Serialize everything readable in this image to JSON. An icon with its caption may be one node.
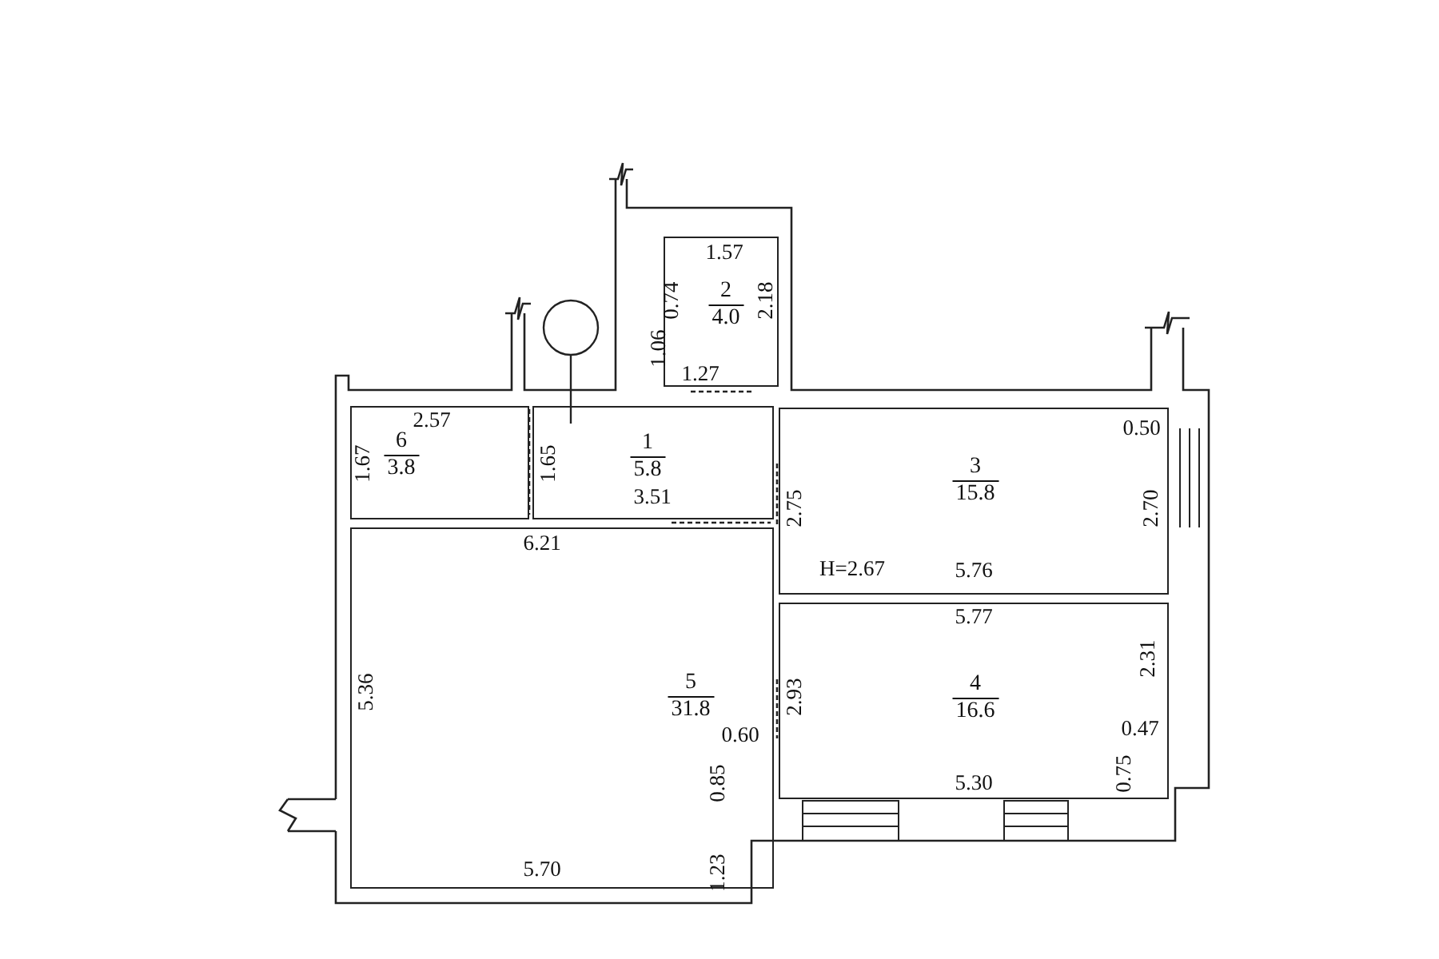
{
  "diagram": {
    "nodes": [
      {
        "text": [
          "2",
          "4.0"
        ]
      },
      {
        "text": [
          "6",
          "3.8"
        ]
      },
      {
        "text": [
          "1",
          "5.8"
        ]
      },
      {
        "text": [
          "3",
          "15.8"
        ]
      },
      {
        "text": [
          "5",
          "31.8"
        ]
      },
      {
        "text": [
          "4",
          "16.6"
        ]
      }
    ],
    "labels": [
      "1.57",
      "0.74",
      "2.18",
      "1.06",
      "1.27",
      "2.57",
      "0.50",
      "1.67",
      "1.65",
      "2.75",
      "2.70",
      "3.51",
      "6.21",
      "H=2.67",
      "5.76",
      "5.77",
      "5.36",
      "2.93",
      "2.31",
      "0.60",
      "0.47",
      "0.85",
      "0.75",
      "5.30",
      "1.23",
      "5.70"
    ]
  }
}
